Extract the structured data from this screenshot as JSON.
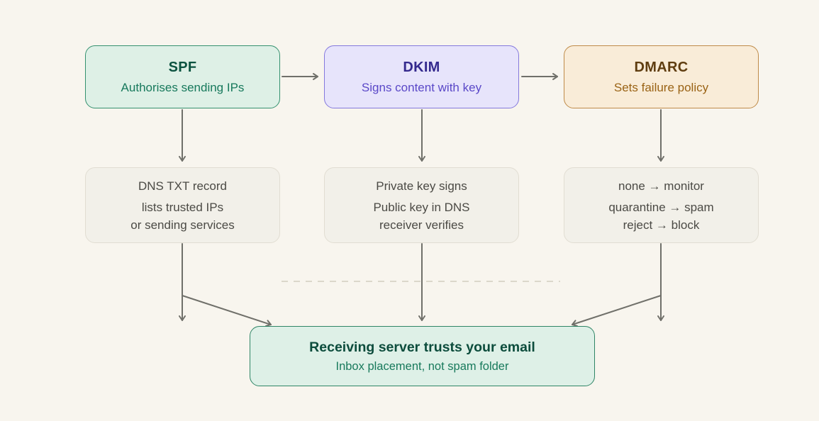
{
  "diagram": {
    "top_nodes": [
      {
        "id": "spf",
        "title": "SPF",
        "subtitle": "Authorises sending IPs"
      },
      {
        "id": "dkim",
        "title": "DKIM",
        "subtitle": "Signs content with key"
      },
      {
        "id": "dmarc",
        "title": "DMARC",
        "subtitle": "Sets failure policy"
      }
    ],
    "detail_nodes": [
      {
        "line1": "DNS TXT record",
        "line2": "lists trusted IPs",
        "line3": "or sending services"
      },
      {
        "line1": "Private key signs",
        "line2": "Public key in DNS",
        "line3": "receiver verifies"
      },
      {
        "line1": "none → monitor",
        "line2": "quarantine → spam",
        "line3": "reject → block"
      }
    ],
    "result_node": {
      "title": "Receiving server trusts your email",
      "subtitle": "Inbox placement, not spam folder"
    },
    "colors": {
      "background": "#f8f5ee",
      "spf_fill": "#def0e6",
      "spf_border": "#35916f",
      "spf_text": "#0c5340",
      "dkim_fill": "#e7e4fb",
      "dkim_border": "#8579dd",
      "dkim_text": "#352a8e",
      "dmarc_fill": "#f9ecd8",
      "dmarc_border": "#bf8b49",
      "dmarc_text": "#5f3d10",
      "detail_fill": "#f2f0e9",
      "detail_border": "#e1ddd2",
      "detail_text": "#4b4a45",
      "result_fill": "#def0e7",
      "result_border": "#2f8566",
      "result_text": "#0c4c3c",
      "arrow": "#70706a",
      "dashed_divider": "#dbd7cb"
    }
  }
}
